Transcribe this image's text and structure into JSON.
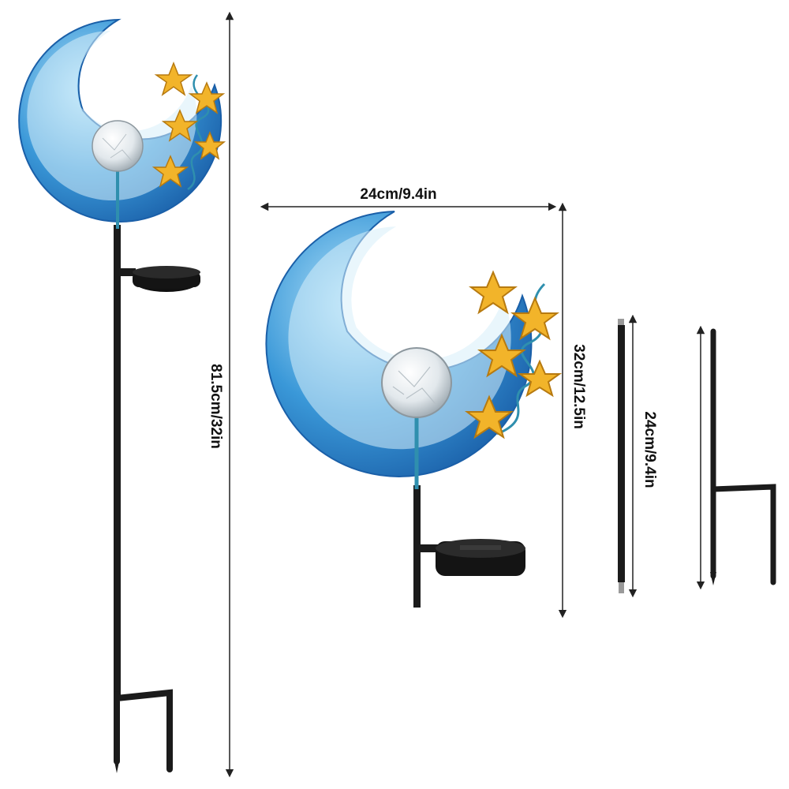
{
  "dimensions": {
    "total_height": "81.5cm/32in",
    "head_width": "24cm/9.4in",
    "head_height": "32cm/12.5in",
    "stake_length": "24cm/9.4in"
  },
  "colors": {
    "moon_light": "#9fd8f5",
    "moon_mid": "#3a98d8",
    "moon_dark": "#1a5fa8",
    "moon_inner_rim": "#e6f4fb",
    "star_gold": "#f2b42a",
    "star_edge": "#b77a10",
    "vine_teal": "#2f8fae",
    "pole_black": "#1b1b1b",
    "solar_panel": "#111111",
    "glass_ball": "#e9eef2",
    "arrow": "#222222"
  },
  "product": {
    "parts": [
      "crescent-moon-face",
      "crackle-glass-ball",
      "gold-stars",
      "solar-panel",
      "pole-segment",
      "ground-stake"
    ]
  }
}
